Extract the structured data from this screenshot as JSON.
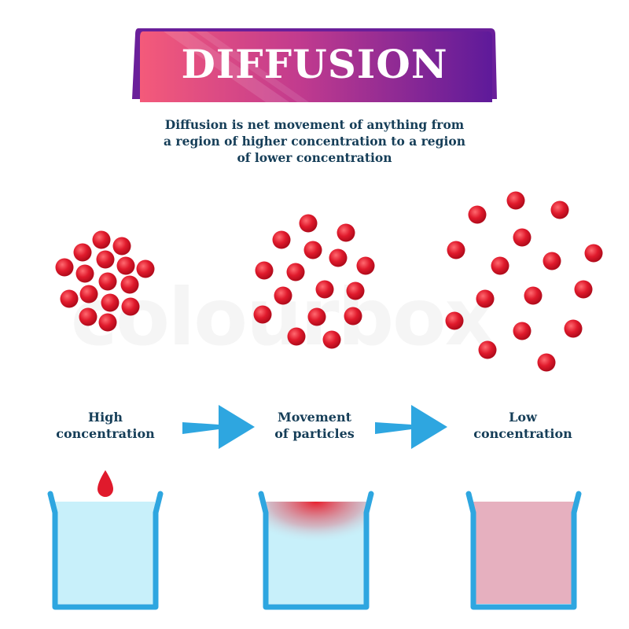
{
  "header": {
    "title": "DIFFUSION",
    "subtitle_lines": [
      "Diffusion is net movement of anything from",
      "a region of higher concentration to a region",
      "of lower concentration"
    ]
  },
  "stages": [
    {
      "label_lines": [
        "High",
        "concentration"
      ]
    },
    {
      "label_lines": [
        "Movement",
        "of particles"
      ]
    },
    {
      "label_lines": [
        "Low",
        "concentration"
      ]
    }
  ],
  "watermark": "colourbox",
  "colors": {
    "banner_start": "#f45a7a",
    "banner_end": "#5e1a9a",
    "text": "#163e58",
    "particle": "#d8102a",
    "arrow": "#2ea6e0",
    "beaker": "#2ea6e0",
    "water": "#c8f0fa",
    "diffused": "#e6b0bf"
  }
}
